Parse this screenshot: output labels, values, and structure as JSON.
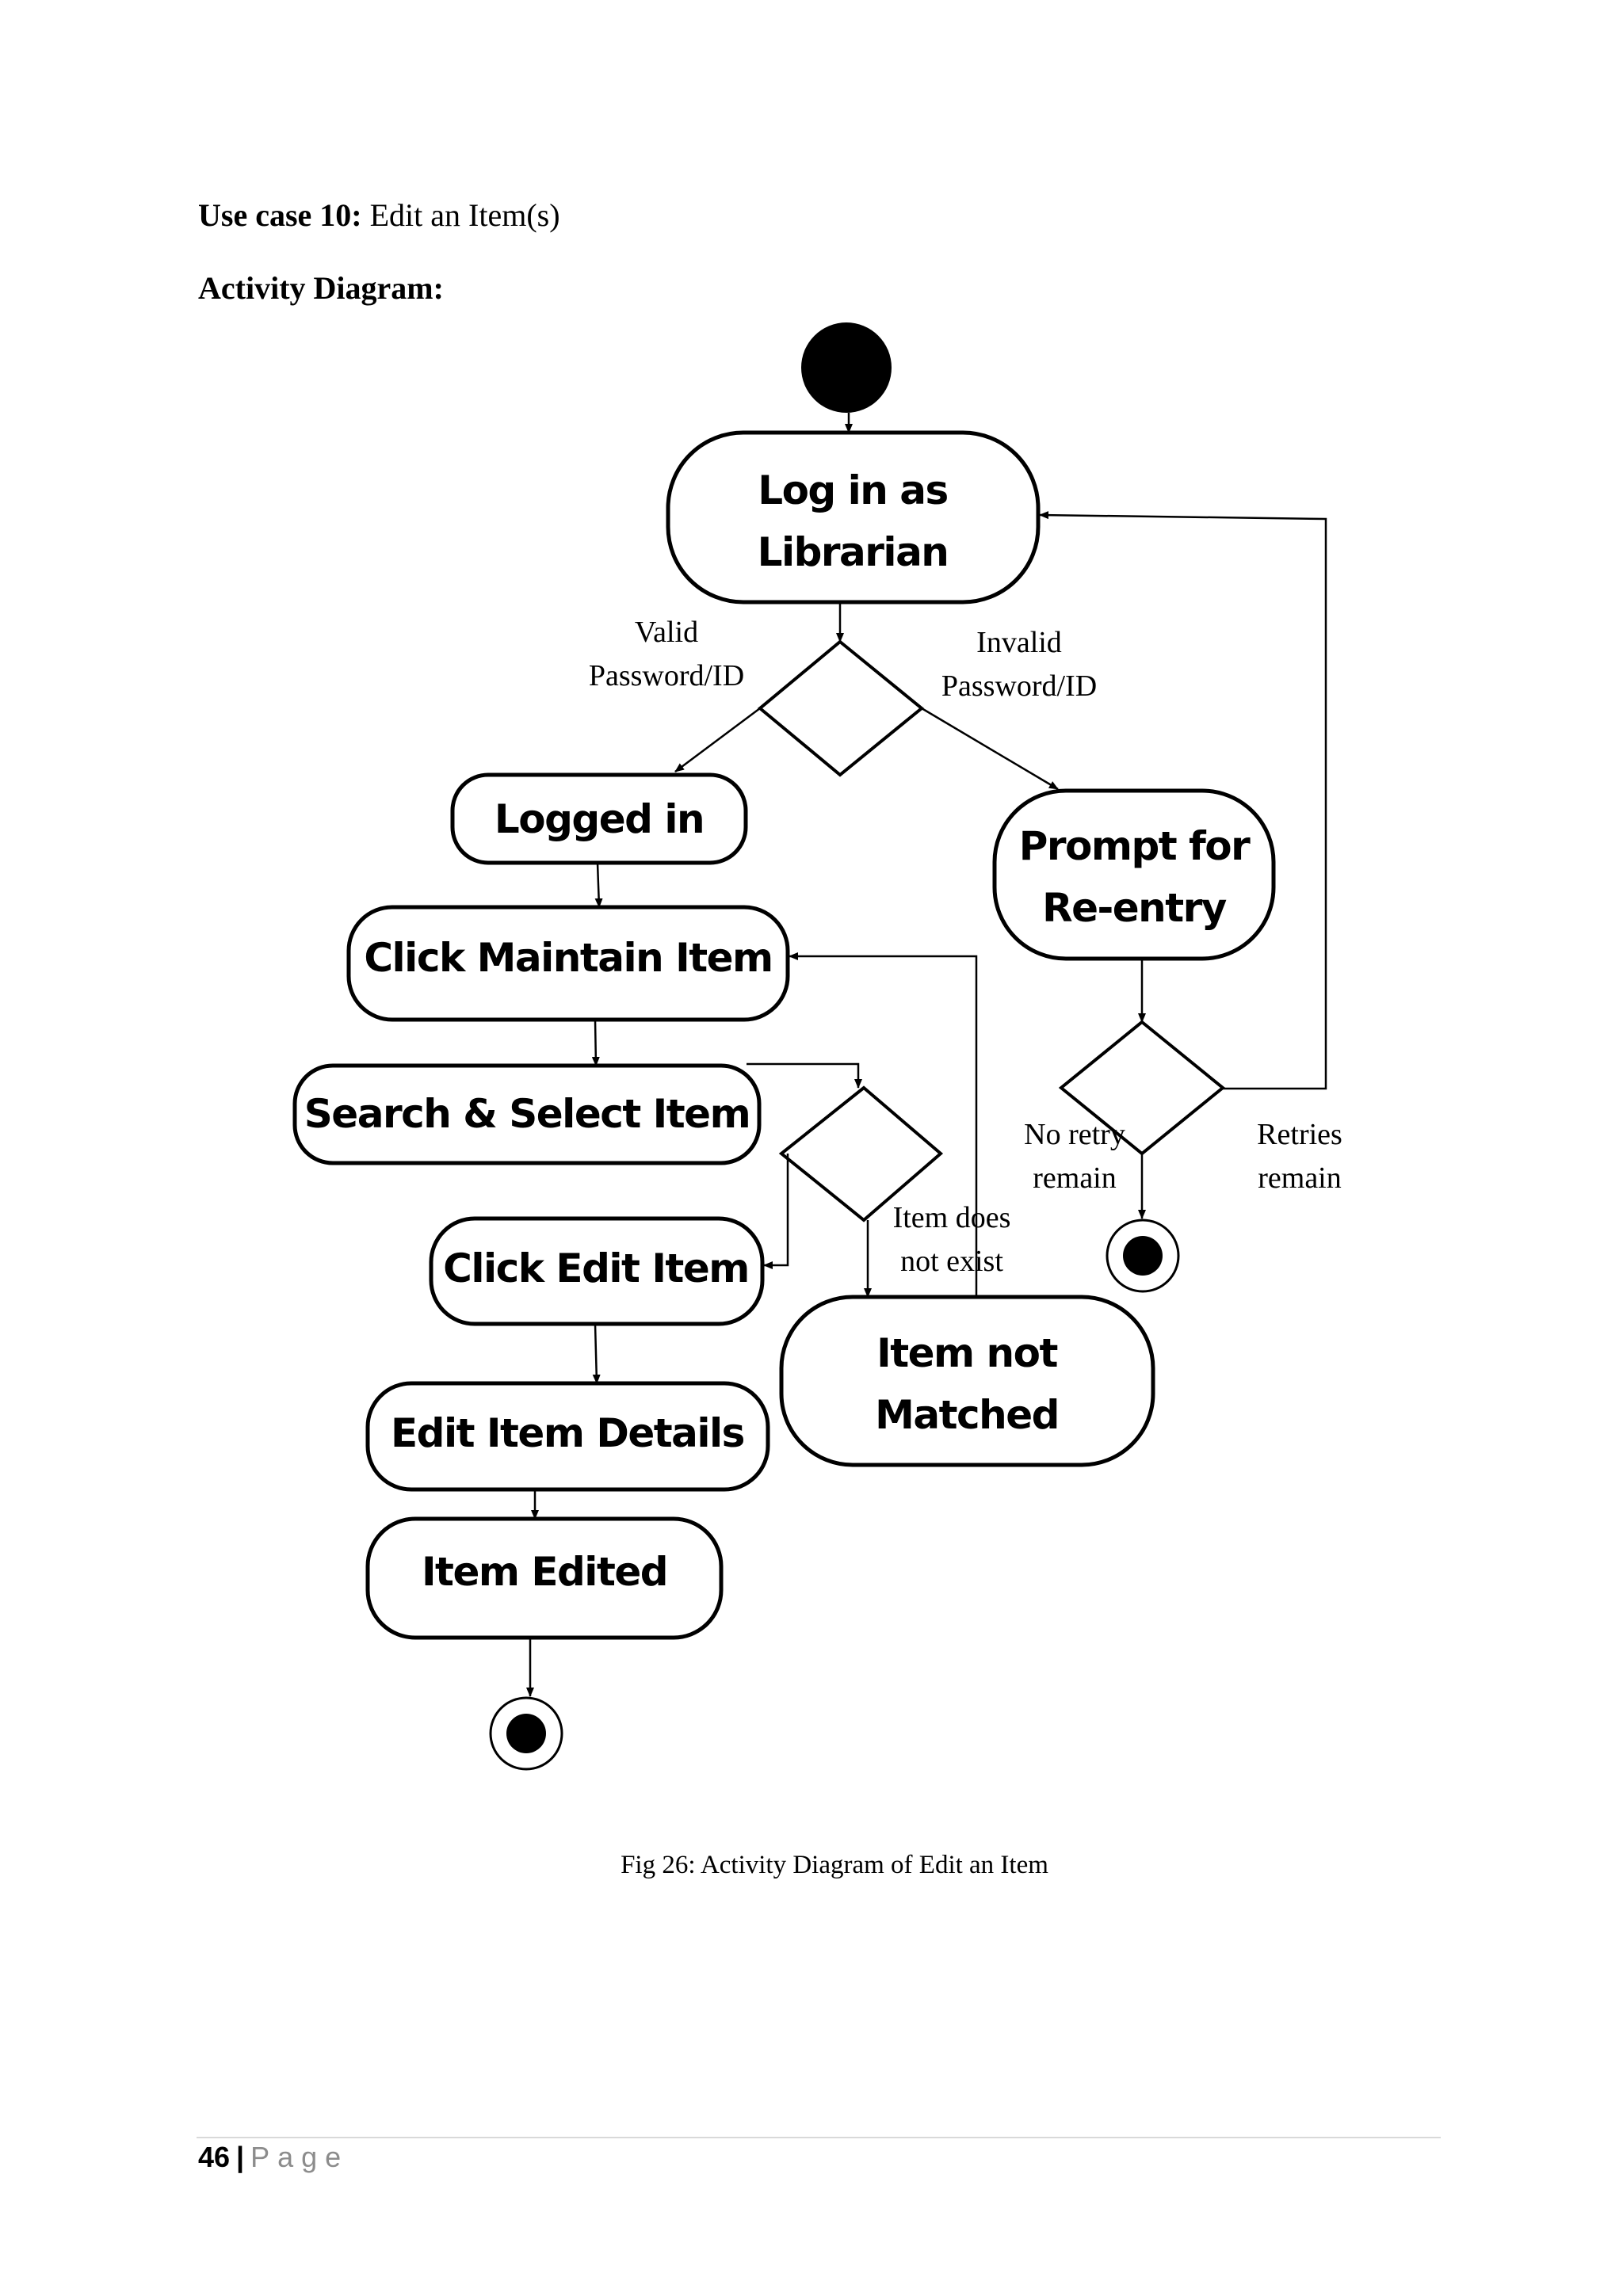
{
  "heading": {
    "usecase_prefix": "Use case 10:",
    "usecase_title": " Edit an Item(s)",
    "section_title": "Activity Diagram:"
  },
  "diagram": {
    "nodes": {
      "login": [
        "Log in as",
        "Librarian"
      ],
      "logged_in": [
        "Logged in"
      ],
      "click_maintain": [
        "Click Maintain Item"
      ],
      "search_select": [
        "Search & Select Item"
      ],
      "click_edit": [
        "Click Edit Item"
      ],
      "edit_details": [
        "Edit Item Details"
      ],
      "item_edited": [
        "Item Edited"
      ],
      "prompt_reentry": [
        "Prompt for",
        "Re-entry"
      ],
      "not_matched": [
        "Item not",
        "Matched"
      ]
    },
    "edge_labels": {
      "valid": [
        "Valid",
        "Password/ID"
      ],
      "invalid": [
        "Invalid",
        "Password/ID"
      ],
      "no_retry": [
        "No retry",
        "remain"
      ],
      "retries": [
        "Retries",
        "remain"
      ],
      "item_not_exist": [
        "Item does",
        "not exist"
      ]
    },
    "caption": "Fig 26: Activity Diagram of Edit an Item"
  },
  "footer": {
    "page_number": "46",
    "separator": "|",
    "page_word": "Page"
  }
}
